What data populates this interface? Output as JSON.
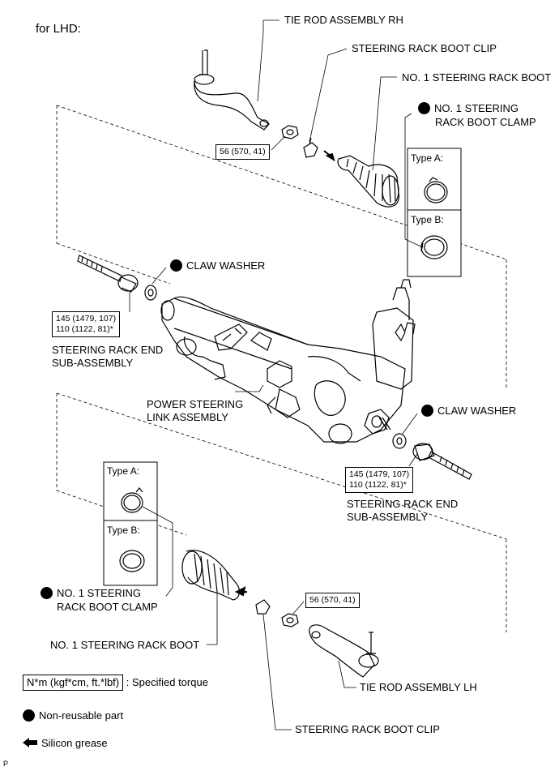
{
  "header": {
    "variant": "for LHD:"
  },
  "labels": {
    "tie_rod_rh": "TIE ROD ASSEMBLY RH",
    "boot_clip_top": "STEERING RACK BOOT CLIP",
    "boot_top": "NO. 1 STEERING RACK BOOT",
    "clamp_top_line1": "NO. 1 STEERING",
    "clamp_top_line2": "RACK BOOT CLAMP",
    "type_a": "Type A:",
    "type_b": "Type B:",
    "claw_washer_left": "CLAW WASHER",
    "rack_end_left_line1": "STEERING RACK END",
    "rack_end_left_line2": "SUB-ASSEMBLY",
    "power_steering_line1": "POWER STEERING",
    "power_steering_line2": "LINK ASSEMBLY",
    "claw_washer_right": "CLAW WASHER",
    "rack_end_right_line1": "STEERING RACK END",
    "rack_end_right_line2": "SUB-ASSEMBLY",
    "clamp_bottom_line1": "NO. 1 STEERING",
    "clamp_bottom_line2": "RACK BOOT CLAMP",
    "boot_bottom": "NO. 1 STEERING RACK BOOT",
    "tie_rod_lh": "TIE ROD ASSEMBLY LH",
    "boot_clip_bottom": "STEERING RACK BOOT CLIP"
  },
  "torques": {
    "tie_rod_nut_top": "56 (570, 41)",
    "rack_end_left_1": "145 (1479, 107)",
    "rack_end_left_2": "110 (1122, 81)*",
    "rack_end_right_1": "145 (1479, 107)",
    "rack_end_right_2": "110 (1122, 81)*",
    "tie_rod_nut_bottom": "56 (570, 41)"
  },
  "legend": {
    "torque_unit": "N*m (kgf*cm, ft.*lbf)",
    "torque_desc": ": Specified torque",
    "non_reusable": "Non-reusable part",
    "silicon_grease": "Silicon grease"
  },
  "footer": {
    "code": "P"
  },
  "icons": [
    "non-reusable-dot-icon",
    "silicon-grease-arrow-icon"
  ],
  "colors": {
    "ink": "#000000",
    "background": "#ffffff"
  }
}
